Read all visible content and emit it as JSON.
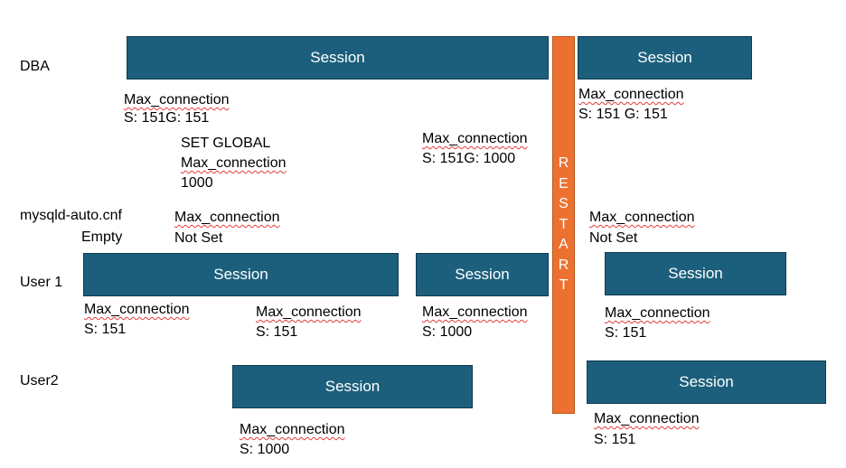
{
  "rows": {
    "dba": "DBA",
    "config": "mysqld-auto.cnf",
    "config_value": "Empty",
    "user1": "User 1",
    "user2": "User2"
  },
  "session_label": "Session",
  "restart_letters": [
    "R",
    "E",
    "S",
    "T",
    "A",
    "R",
    "T"
  ],
  "colors": {
    "session_fill": "#1c5f7c",
    "restart_fill": "#ec7130"
  },
  "notes": {
    "dba_pre": {
      "title": "Max_connection",
      "value": "S: 151G: 151"
    },
    "set_global": {
      "cmd": "SET GLOBAL",
      "title": "Max_connection",
      "value": "1000"
    },
    "dba_mid": {
      "title": "Max_connection",
      "value": "S: 151G: 1000"
    },
    "dba_post": {
      "title": "Max_connection",
      "value": "S: 151 G: 151"
    },
    "cnf_pre": {
      "title": "Max_connection",
      "value": "Not Set"
    },
    "cnf_post": {
      "title": "Max_connection",
      "value": "Not Set"
    },
    "u1_a": {
      "title": "Max_connection",
      "value": "S: 151"
    },
    "u1_b": {
      "title": "Max_connection",
      "value": "S: 151"
    },
    "u1_c": {
      "title": "Max_connection",
      "value": "S: 1000"
    },
    "u1_post": {
      "title": "Max_connection",
      "value": "S: 151"
    },
    "u2_a": {
      "title": "Max_connection",
      "value": "S: 1000"
    },
    "u2_post": {
      "title": "Max_connection",
      "value": "S: 151"
    }
  }
}
